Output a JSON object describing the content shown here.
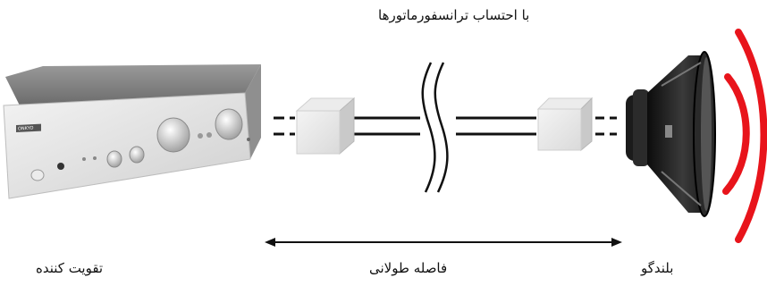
{
  "labels": {
    "title": "با احتساب ترانسفورماتورها",
    "amplifier": "تقویت کننده",
    "long_distance": "فاصله طولانی",
    "speaker": "بلندگو"
  },
  "amplifier_brand": "ONKYO",
  "colors": {
    "sound_wave": "#e8141b",
    "line": "#111111",
    "amp_body": "#dcdcdc",
    "speaker_body": "#1a1a1a"
  }
}
